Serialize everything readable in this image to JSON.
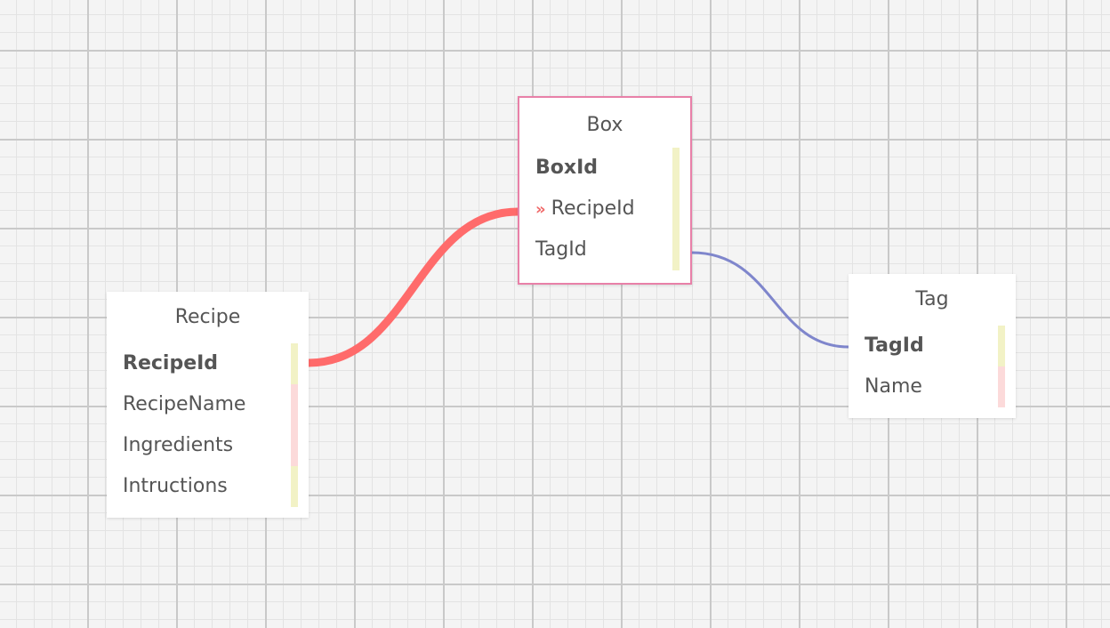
{
  "colors": {
    "primary_bar": "#f2f2c6",
    "field_bar": "#fcdada",
    "selected_border": "#e880a8",
    "link_recipe_box": "#ff6b6b",
    "link_box_tag": "#7f86cc",
    "fk_marker": "#f06a6a"
  },
  "tables": [
    {
      "id": "recipe",
      "title": "Recipe",
      "selected": false,
      "fields": [
        {
          "name": "RecipeId",
          "pk": true,
          "fk": false,
          "bar": "primary"
        },
        {
          "name": "RecipeName",
          "pk": false,
          "fk": false,
          "bar": "field"
        },
        {
          "name": "Ingredients",
          "pk": false,
          "fk": false,
          "bar": "field"
        },
        {
          "name": "Intructions",
          "pk": false,
          "fk": false,
          "bar": "primary"
        }
      ]
    },
    {
      "id": "box",
      "title": "Box",
      "selected": true,
      "fields": [
        {
          "name": "BoxId",
          "pk": true,
          "fk": false,
          "bar": "primary"
        },
        {
          "name": "RecipeId",
          "pk": false,
          "fk": true,
          "fk_icon": "double-chevron-right-icon",
          "bar": "primary"
        },
        {
          "name": "TagId",
          "pk": false,
          "fk": false,
          "bar": "primary"
        }
      ]
    },
    {
      "id": "tag",
      "title": "Tag",
      "selected": false,
      "fields": [
        {
          "name": "TagId",
          "pk": true,
          "fk": false,
          "bar": "primary"
        },
        {
          "name": "Name",
          "pk": false,
          "fk": false,
          "bar": "field"
        }
      ]
    }
  ],
  "links": [
    {
      "from": "recipe.RecipeId",
      "to": "box.RecipeId",
      "color": "#ff6b6b",
      "style": "thick"
    },
    {
      "from": "box.TagId",
      "to": "tag.TagId",
      "color": "#7f86cc",
      "style": "thin"
    }
  ]
}
